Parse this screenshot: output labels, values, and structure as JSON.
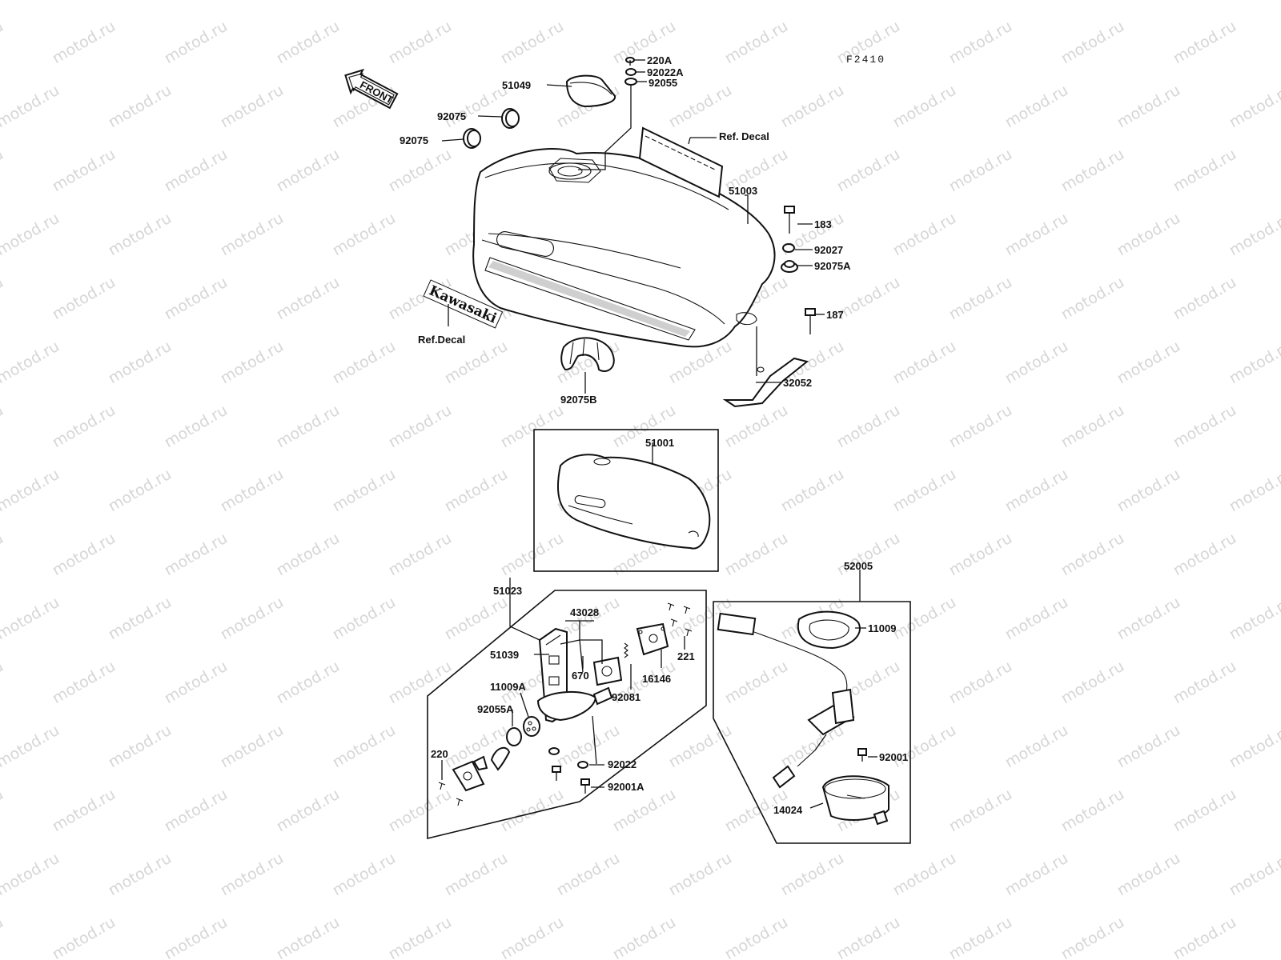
{
  "diagram_code": "F2410",
  "front_arrow": "FRONT",
  "tank_logo": "Kawasaki",
  "watermark": "motod.ru",
  "labels": {
    "p220A": "220A",
    "p92022A": "92022A",
    "p92055": "92055",
    "p51049": "51049",
    "p92075a": "92075",
    "p92075b": "92075",
    "refDecalTop": "Ref. Decal",
    "p51003": "51003",
    "p183": "183",
    "p92027": "92027",
    "p92075A": "92075A",
    "p187": "187",
    "refDecalLeft": "Ref.Decal",
    "p92075B": "92075B",
    "p32052": "32052",
    "p51001": "51001",
    "p52005": "52005",
    "p51023": "51023",
    "p43028": "43028",
    "p51039": "51039",
    "p670": "670",
    "p16146": "16146",
    "p221": "221",
    "p11009A": "11009A",
    "p92081": "92081",
    "p92055A": "92055A",
    "p220": "220",
    "p92022": "92022",
    "p92001A": "92001A",
    "p11009": "11009",
    "p92001": "92001",
    "p14024": "14024"
  }
}
